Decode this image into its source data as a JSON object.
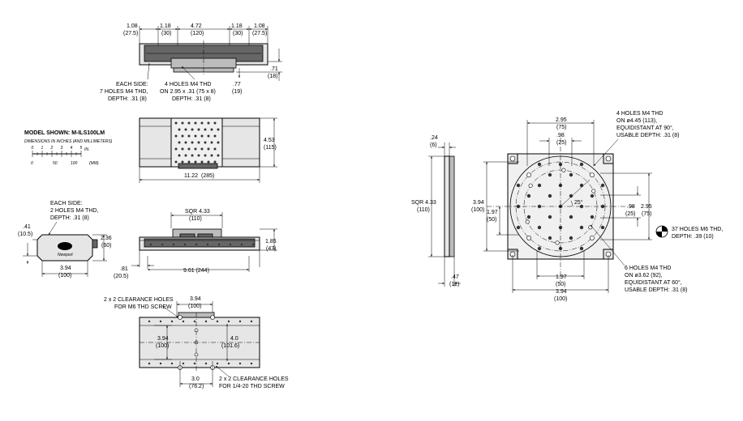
{
  "title": "MODEL SHOWN: M-ILS100LM",
  "subtitle": "DIMENSIONS IN INCHES (AND MILLIMETERS)",
  "scale": {
    "in_ticks": [
      "0",
      "1",
      "2",
      "3",
      "4",
      "5"
    ],
    "in_unit": "IN.",
    "mm_ticks": [
      "0",
      "50",
      "100"
    ],
    "mm_unit": "(MM)"
  },
  "top_dims": {
    "d1": [
      "1.08",
      "(27.5)"
    ],
    "d2": [
      "1.18",
      "(30)"
    ],
    "d3": [
      "4.72",
      "(120)"
    ],
    "d4": [
      "1.18",
      "(30)"
    ],
    "d5": [
      "1.08",
      "(27.5)"
    ],
    "h1": [
      ".71",
      "(18)"
    ],
    "h2": [
      ".77",
      "(19)"
    ]
  },
  "notes": {
    "each_side_7": [
      "EACH SIDE:",
      "7 HOLES M4 THD,",
      "DEPTH: .31 (8)"
    ],
    "four_m4": [
      "4 HOLES M4 THD",
      "ON 2.95 x .31 (75 x 8)",
      "DEPTH: .31 (8)"
    ],
    "each_side_2": [
      "EACH SIDE:",
      "2 HOLES M4 THD,",
      "DEPTH: .31 (8)"
    ],
    "clear_m6": [
      "2 x 2 CLEARANCE HOLES",
      "FOR M6 THD SCREW"
    ],
    "clear_14": [
      "2 x 2 CLEARANCE HOLES",
      "FOR 1/4-20 THD SCREW"
    ],
    "r4": [
      "4 HOLES M4 THD",
      "ON ø4.45 (113),",
      "EQUIDISTANT AT 90°,",
      "USABLE DEPTH: .31 (8)"
    ],
    "r6": [
      "6 HOLES M4 THD",
      "ON ø3.62 (92),",
      "EQUIDISTANT AT 60°,",
      "USABLE DEPTH: .31 (8)"
    ],
    "r37": [
      "37 HOLES M6 THD,",
      "DEPTH: .39 (10)"
    ]
  },
  "plan_dims": {
    "w": [
      "4.53",
      "(115)"
    ],
    "l": [
      "11.22",
      "(285)"
    ]
  },
  "end_dims": {
    "h41": [
      ".41",
      "(10.5)"
    ],
    "h236": [
      "2.36",
      "(60)"
    ],
    "w394": [
      "3.94",
      "(100)"
    ]
  },
  "side_dims": {
    "sqr": [
      "SQR 4.33",
      "(110)"
    ],
    "h185": [
      "1.85",
      "(47)"
    ],
    "b81": [
      ".81",
      "(20.5)"
    ],
    "b961": [
      "9.61 (244)"
    ]
  },
  "bottom_dims": {
    "t394": [
      "3.94",
      "(100)"
    ],
    "l394": [
      "3.94",
      "(100)"
    ],
    "r40": [
      "4.0",
      "(101.6)"
    ],
    "b30": [
      "3.0",
      "(76.2)"
    ]
  },
  "right_dims": {
    "d24": [
      ".24",
      "(6)"
    ],
    "sqr433": [
      "SQR 4.33",
      "(110)"
    ],
    "d47": [
      ".47",
      "(12)"
    ],
    "t295": [
      "2.95",
      "(75)"
    ],
    "t98": [
      ".98",
      "(25)"
    ],
    "l394": [
      "3.94",
      "(100)"
    ],
    "l197": [
      "1.97",
      "(50)"
    ],
    "r98": [
      ".98",
      "(25)"
    ],
    "r295": [
      "2.95",
      "(75)"
    ],
    "b197": [
      "1.97",
      "(50)"
    ],
    "b394": [
      "3.94",
      "(100)"
    ],
    "ang": [
      "25°"
    ]
  },
  "logo_text": "Newport"
}
